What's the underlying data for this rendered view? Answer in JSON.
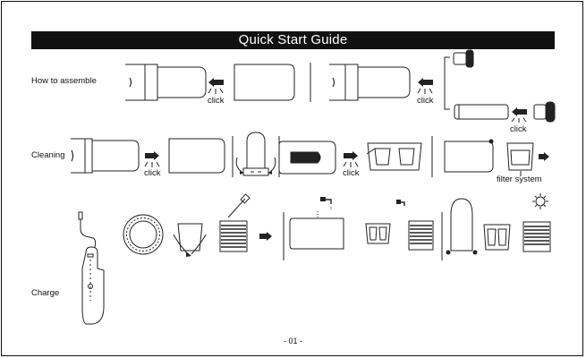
{
  "banner": {
    "title": "Quick Start Guide"
  },
  "sections": {
    "assemble": {
      "label": "How to assemble"
    },
    "cleaning": {
      "label": "Cleaning"
    },
    "charge": {
      "label": "Charge"
    }
  },
  "click_text": "click",
  "filter_text": "filter system",
  "page_number": "- 01 -",
  "colors": {
    "banner": "#111111",
    "line": "#222222",
    "fill": "#f4f4f4"
  },
  "icons": [
    "arrow-left-icon",
    "arrow-right-icon",
    "water-tap-icon",
    "sun-dry-icon",
    "brush-icon",
    "usb-cable-icon"
  ]
}
